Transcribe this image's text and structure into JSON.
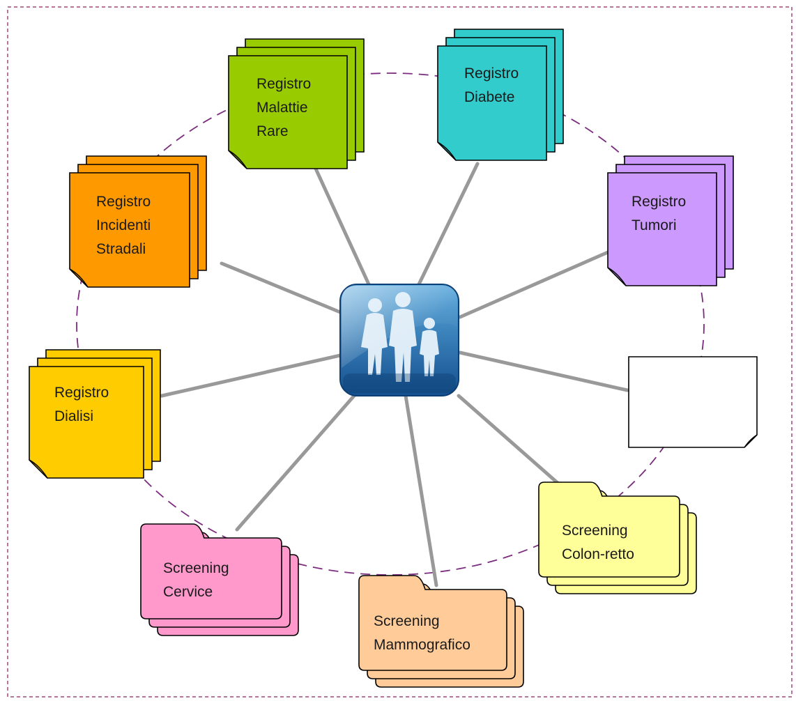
{
  "diagram": {
    "center": {
      "icon": "family-icon"
    },
    "colors": {
      "frame_border": "#a0467a",
      "ring": "#7b2c7e",
      "connector": "#999999",
      "icon_bg_dark": "#14508f",
      "icon_bg_light": "#5aa8dc"
    },
    "documents": [
      {
        "id": "malattie-rare",
        "lines": [
          "Registro",
          "Malattie",
          "Rare"
        ],
        "fill": "#99cc00",
        "stroke": "#000000"
      },
      {
        "id": "diabete",
        "lines": [
          "Registro",
          "Diabete"
        ],
        "fill": "#33cccc",
        "stroke": "#000000"
      },
      {
        "id": "tumori",
        "lines": [
          "Registro",
          "Tumori"
        ],
        "fill": "#cc99ff",
        "stroke": "#000000"
      },
      {
        "id": "incidenti-stradali",
        "lines": [
          "Registro",
          "Incidenti",
          "Stradali"
        ],
        "fill": "#ff9900",
        "stroke": "#000000"
      },
      {
        "id": "dialisi",
        "lines": [
          "Registro",
          "Dialisi"
        ],
        "fill": "#ffcc00",
        "stroke": "#000000"
      },
      {
        "id": "blank",
        "lines": [],
        "fill": "#ffffff",
        "stroke": "#000000"
      }
    ],
    "folders": [
      {
        "id": "colon-retto",
        "lines": [
          "Screening",
          "Colon-retto"
        ],
        "fill": "#ffff99",
        "stroke": "#000000"
      },
      {
        "id": "mammografico",
        "lines": [
          "Screening",
          "Mammografico"
        ],
        "fill": "#ffcc99",
        "stroke": "#000000"
      },
      {
        "id": "cervice",
        "lines": [
          "Screening",
          "Cervice"
        ],
        "fill": "#ff99cc",
        "stroke": "#000000"
      }
    ]
  }
}
